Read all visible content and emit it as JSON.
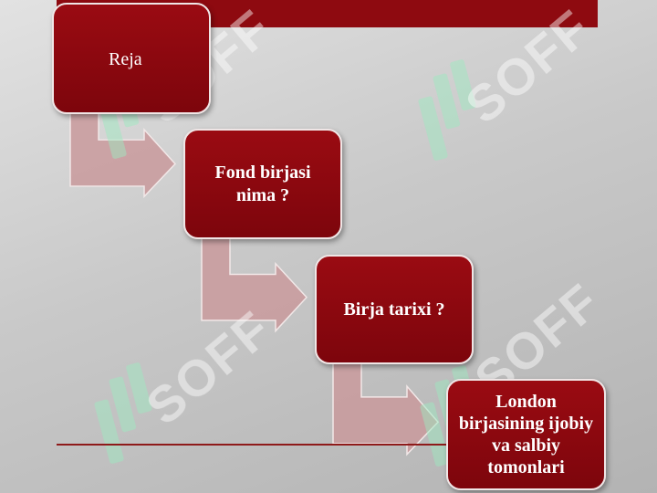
{
  "slide": {
    "steps": [
      {
        "label": "Reja"
      },
      {
        "label": "Fond birjasi nima ?"
      },
      {
        "label": "Birja tarixi ?"
      },
      {
        "label": "London birjasining ijobiy va salbiy tomonlari"
      }
    ],
    "watermark_text": "SOFF",
    "colors": {
      "box_fill": "#8e0a10",
      "arrow_fill": "#c99a9c",
      "background": "#c9c9c9",
      "watermark": "#9ee8c0"
    }
  }
}
